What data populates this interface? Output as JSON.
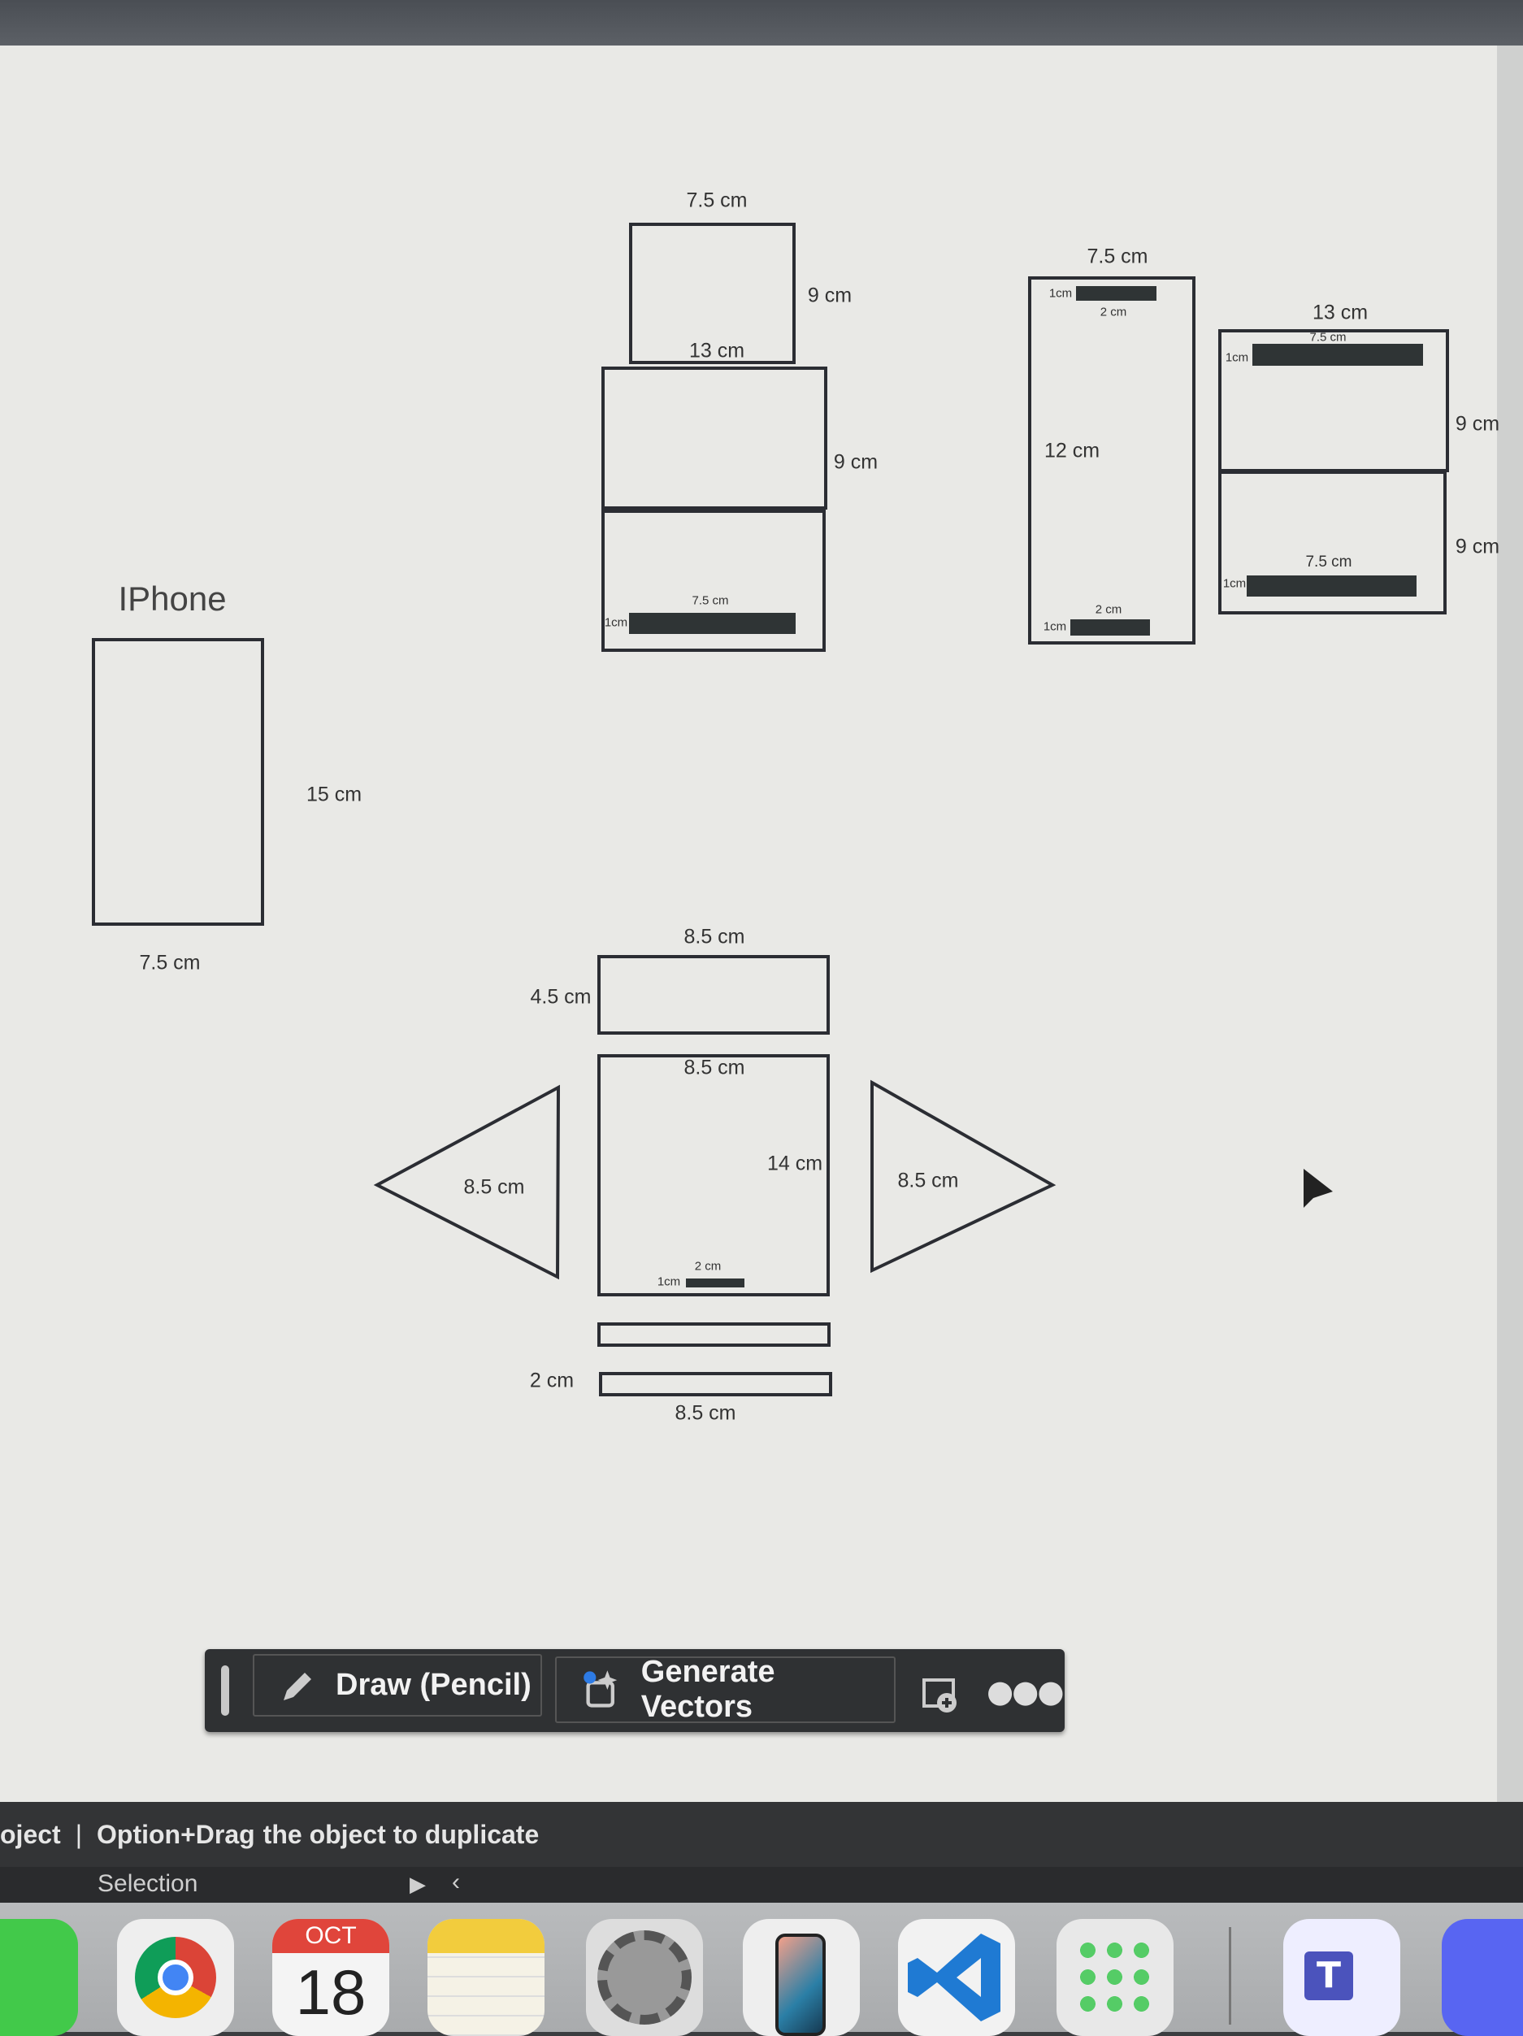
{
  "iphone": {
    "title": "IPhone",
    "height": "15 cm",
    "width": "7.5 cm"
  },
  "stack_top": {
    "top_width": "7.5 cm",
    "top_height": "9 cm",
    "mid_width": "13 cm",
    "mid_height": "9 cm",
    "bar_len": "7.5 cm",
    "bar_h": "1cm"
  },
  "tall_panel": {
    "width": "7.5 cm",
    "height": "12 cm",
    "top_bar_h": "1cm",
    "top_bar_len": "2 cm",
    "bot_bar_len": "2 cm",
    "bot_bar_h": "1cm"
  },
  "double_panel": {
    "width": "13 cm",
    "top_bar_len": "7.5 cm",
    "top_bar_h": "1cm",
    "top_height": "9 cm",
    "bot_height": "9 cm",
    "bot_bar_len": "7.5 cm",
    "bot_bar_h": "1cm"
  },
  "net": {
    "lid_width": "8.5 cm",
    "lid_height": "4.5 cm",
    "face_width": "8.5 cm",
    "face_height": "14 cm",
    "face_bar_len": "2 cm",
    "face_bar_h": "1cm",
    "left_tri": "8.5 cm",
    "right_tri": "8.5 cm",
    "strip_height": "2 cm",
    "strip_width": "8.5 cm"
  },
  "toolbar": {
    "draw_label": "Draw (Pencil)",
    "generate_label": "Generate Vectors",
    "draw_icon": "pencil-icon",
    "generate_icon": "sparkle-icon",
    "image_icon": "add-image-icon",
    "more_icon": "more-icon"
  },
  "status": {
    "text_prefix": "oject",
    "separator": "|",
    "hint_bold": "Option+Drag",
    "hint_rest": "the object to duplicate",
    "tool": "Selection"
  },
  "dock": {
    "calendar_month": "OCT",
    "calendar_day": "18",
    "apps": [
      "messages",
      "chrome",
      "calendar",
      "notes",
      "system-settings",
      "iphone-mirroring",
      "vscode",
      "launchpad",
      "teams",
      "discord"
    ]
  }
}
